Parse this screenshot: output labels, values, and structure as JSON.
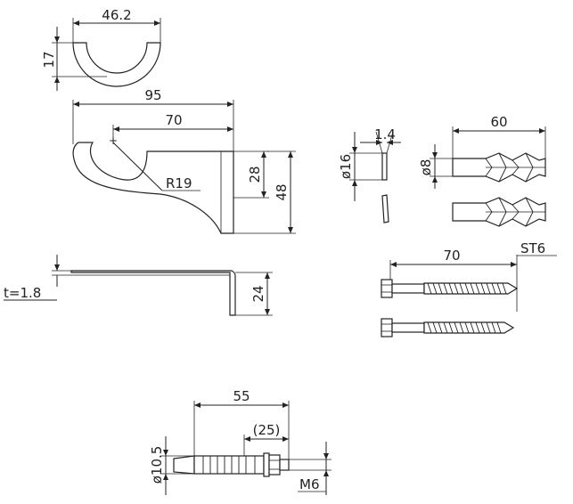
{
  "dimensions": {
    "cradle_width": "46.2",
    "cradle_height": "17",
    "bracket_total_length": "95",
    "bracket_arm_length": "70",
    "bracket_radius": "R19",
    "bracket_inner_height": "28",
    "bracket_total_height": "48",
    "plate_thickness": "t=1.8",
    "plate_height": "24",
    "washer_thickness": "1.4",
    "washer_diameter": "ø16",
    "plug_length": "60",
    "plug_diameter": "ø8",
    "screw_length": "70",
    "screw_type": "ST6",
    "anchor_length": "55",
    "anchor_thread_length": "(25)",
    "anchor_diameter": "ø10.5",
    "anchor_thread": "M6"
  }
}
